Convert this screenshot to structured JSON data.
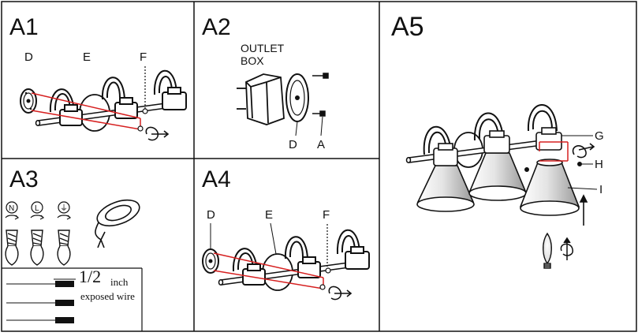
{
  "panels": {
    "a1": {
      "title": "A1",
      "labels": {
        "d": "D",
        "e": "E",
        "f": "F"
      }
    },
    "a2": {
      "title": "A2",
      "outlet_line1": "OUTLET",
      "outlet_line2": "BOX",
      "labels": {
        "d": "D",
        "a": "A"
      }
    },
    "a3": {
      "title": "A3",
      "wire_symbols": [
        "N",
        "L",
        "⏚"
      ],
      "half": "1/2",
      "inch": "inch",
      "exposed": "exposed wire"
    },
    "a4": {
      "title": "A4",
      "labels": {
        "d": "D",
        "e": "E",
        "f": "F"
      }
    },
    "a5": {
      "title": "A5",
      "labels": {
        "g": "G",
        "h": "H",
        "i": "I"
      }
    }
  },
  "colors": {
    "line": "#111111",
    "accent": "#d62020",
    "fill": "#ffffff"
  }
}
